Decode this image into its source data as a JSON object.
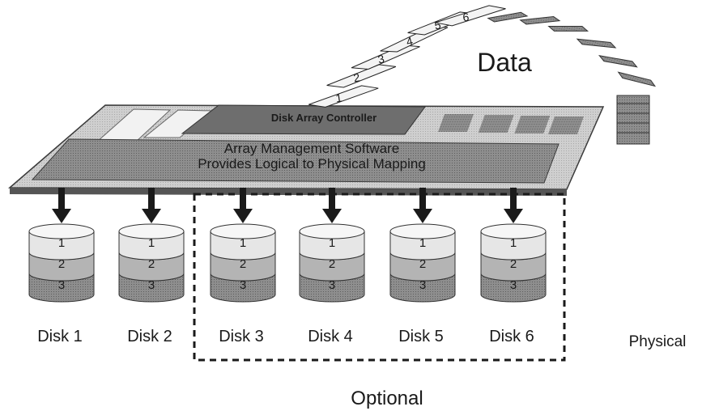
{
  "labels": {
    "data": "Data",
    "controller": "Disk Array Controller",
    "software_line1": "Array Management Software",
    "software_line2": "Provides Logical to Physical Mapping",
    "physical": "Physical",
    "optional": "Optional"
  },
  "pages": [
    "1",
    "2",
    "3",
    "4",
    "5",
    "6"
  ],
  "disks": [
    {
      "name": "Disk 1",
      "segments": [
        "1",
        "2",
        "3"
      ]
    },
    {
      "name": "Disk 2",
      "segments": [
        "1",
        "2",
        "3"
      ]
    },
    {
      "name": "Disk 3",
      "segments": [
        "1",
        "2",
        "3"
      ]
    },
    {
      "name": "Disk 4",
      "segments": [
        "1",
        "2",
        "3"
      ]
    },
    {
      "name": "Disk 5",
      "segments": [
        "1",
        "2",
        "3"
      ]
    },
    {
      "name": "Disk 6",
      "segments": [
        "1",
        "2",
        "3"
      ]
    }
  ],
  "colors": {
    "segment_top": "#e6e6e6",
    "segment_mid": "#b4b4b4",
    "segment_bottom": "#7c7c7c",
    "board": "#9a9a9a",
    "board_dark": "#4a4a4a",
    "arrow": "#1a1a1a"
  }
}
